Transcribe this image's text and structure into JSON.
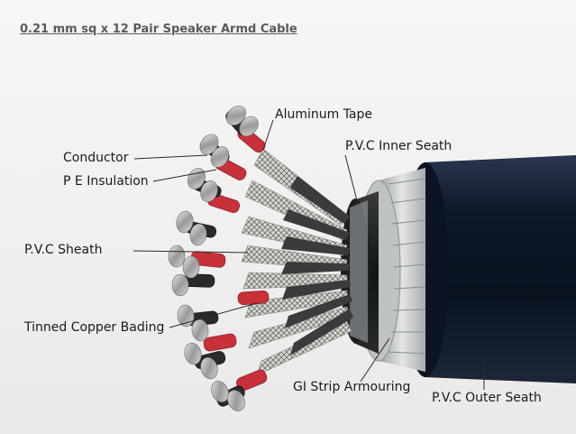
{
  "title": "0.21 mm sq x 12 Pair Speaker Armd Cable",
  "labels": {
    "aluminum_tape": "Aluminum Tape",
    "pvc_inner_seath": "P.V.C Inner Seath",
    "conductor": "Conductor",
    "pe_insulation": "P E Insulation",
    "pvc_sheath": "P.V.C Sheath",
    "tinned_copper_bading": "Tinned Copper Bading",
    "gi_strip_armouring": "GI Strip Armouring",
    "pvc_outer_seath": "P.V.C Outer Seath"
  },
  "colors": {
    "outer_sheath": "#101a2c",
    "insulation_red": "#c8303a",
    "insulation_black": "#2a2a2a",
    "conductor_metal": "#b8b8b8",
    "armour": "#c9cdcc"
  }
}
